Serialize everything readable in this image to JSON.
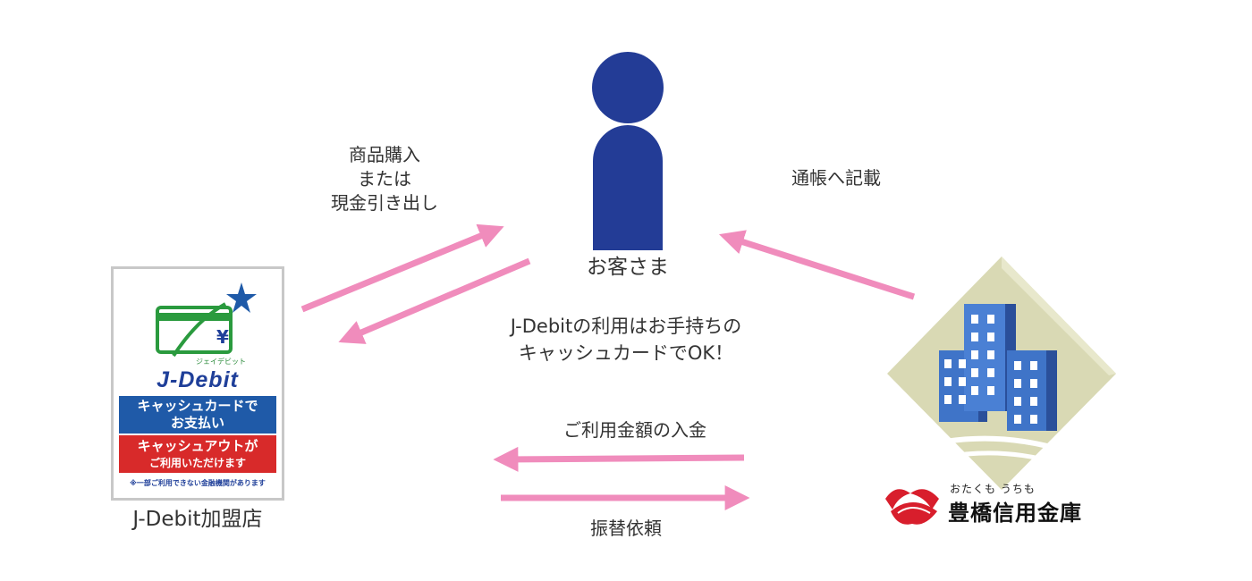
{
  "customer": {
    "label": "お客さま"
  },
  "flow_labels": {
    "purchase": [
      "商品購入",
      "または",
      "現金引き出し"
    ],
    "passbook": "通帳へ記載",
    "note": [
      "J-Debitの利用はお手持ちの",
      "キャッシュカードでOK！"
    ],
    "deposit": "ご利用金額の入金",
    "transfer": "振替依頼"
  },
  "merchant": {
    "label": "J-Debit加盟店",
    "poster": {
      "logo": "J-Debit",
      "kana": "ジェイデビット",
      "blue_band": [
        "キャッシュカードで",
        "お支払い"
      ],
      "red_band_line1": "キャッシュアウトが",
      "red_band_line2": "ご利用いただけます",
      "note": "※一部ご利用できない金融機関があります"
    }
  },
  "bank": {
    "kana": "おたくも うちも",
    "name": "豊橋信用金庫"
  },
  "colors": {
    "arrow": "#f08cbc",
    "person": "#233c96",
    "building_blue": "#3f74c8",
    "diamond": "#d9d9b4"
  }
}
